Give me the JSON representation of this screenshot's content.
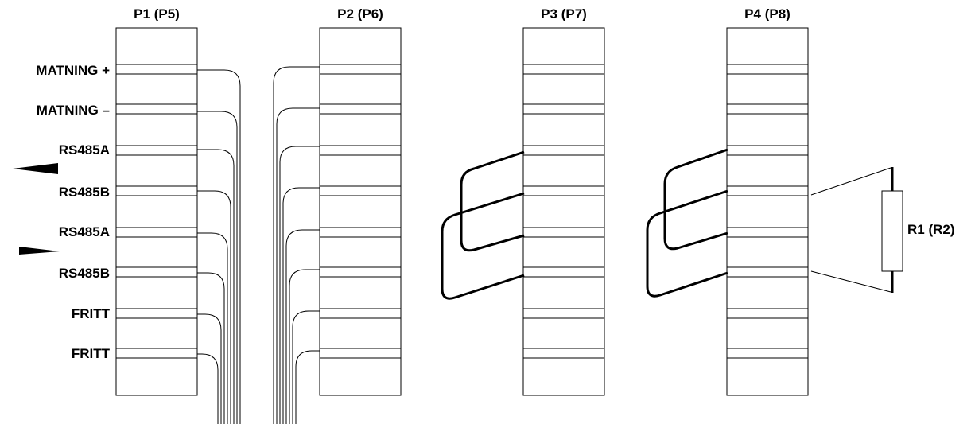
{
  "blocks": [
    {
      "label": "P1 (P5)"
    },
    {
      "label": "P2 (P6)"
    },
    {
      "label": "P3 (P7)"
    },
    {
      "label": "P4 (P8)"
    }
  ],
  "pins": [
    {
      "label": "MATNING +"
    },
    {
      "label": "MATNING –"
    },
    {
      "label": "RS485A"
    },
    {
      "label": "RS485B"
    },
    {
      "label": "RS485A"
    },
    {
      "label": "RS485B"
    },
    {
      "label": "FRITT"
    },
    {
      "label": "FRITT"
    }
  ],
  "resistor": {
    "label": "R1 (R2)"
  }
}
